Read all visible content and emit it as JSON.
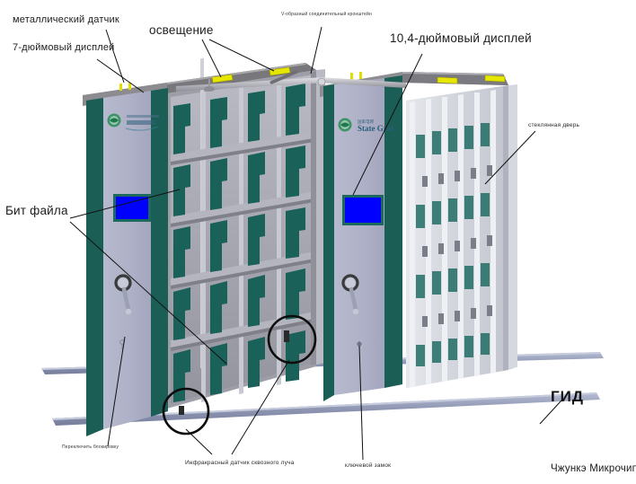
{
  "diagram": {
    "title_watermark": "Чжункэ Микрочип",
    "labels": {
      "metal_sensor": "металлический датчик",
      "display_7inch": "7-дюймовый дисплей",
      "lighting": "освещение",
      "v_bracket": "V-образный соединительный кронштейн",
      "display_104inch": "10,4-дюймовый дисплей",
      "glass_door": "стеклянная дверь",
      "file_bit": "Бит файла",
      "toggle_lock": "Переключить блокировку",
      "infrared_sensor": "Инфракрасный датчик сквозного луча",
      "key_lock": "ключевой замок",
      "guide_rail": "ГИД"
    },
    "logo": {
      "line1": "国家电网",
      "line2": "State Grid"
    },
    "colors": {
      "cabinet_teal": "#1c5c52",
      "panel_lavender": "#b3b6cc",
      "top_gray": "#8a8a8a",
      "screen_blue": "#0000ff",
      "led_yellow": "#e8e800",
      "rail_blue": "#9aa3c0",
      "shelf_gray": "#a9aab4",
      "divider_teal": "#18605a",
      "line_black": "#111111"
    }
  }
}
